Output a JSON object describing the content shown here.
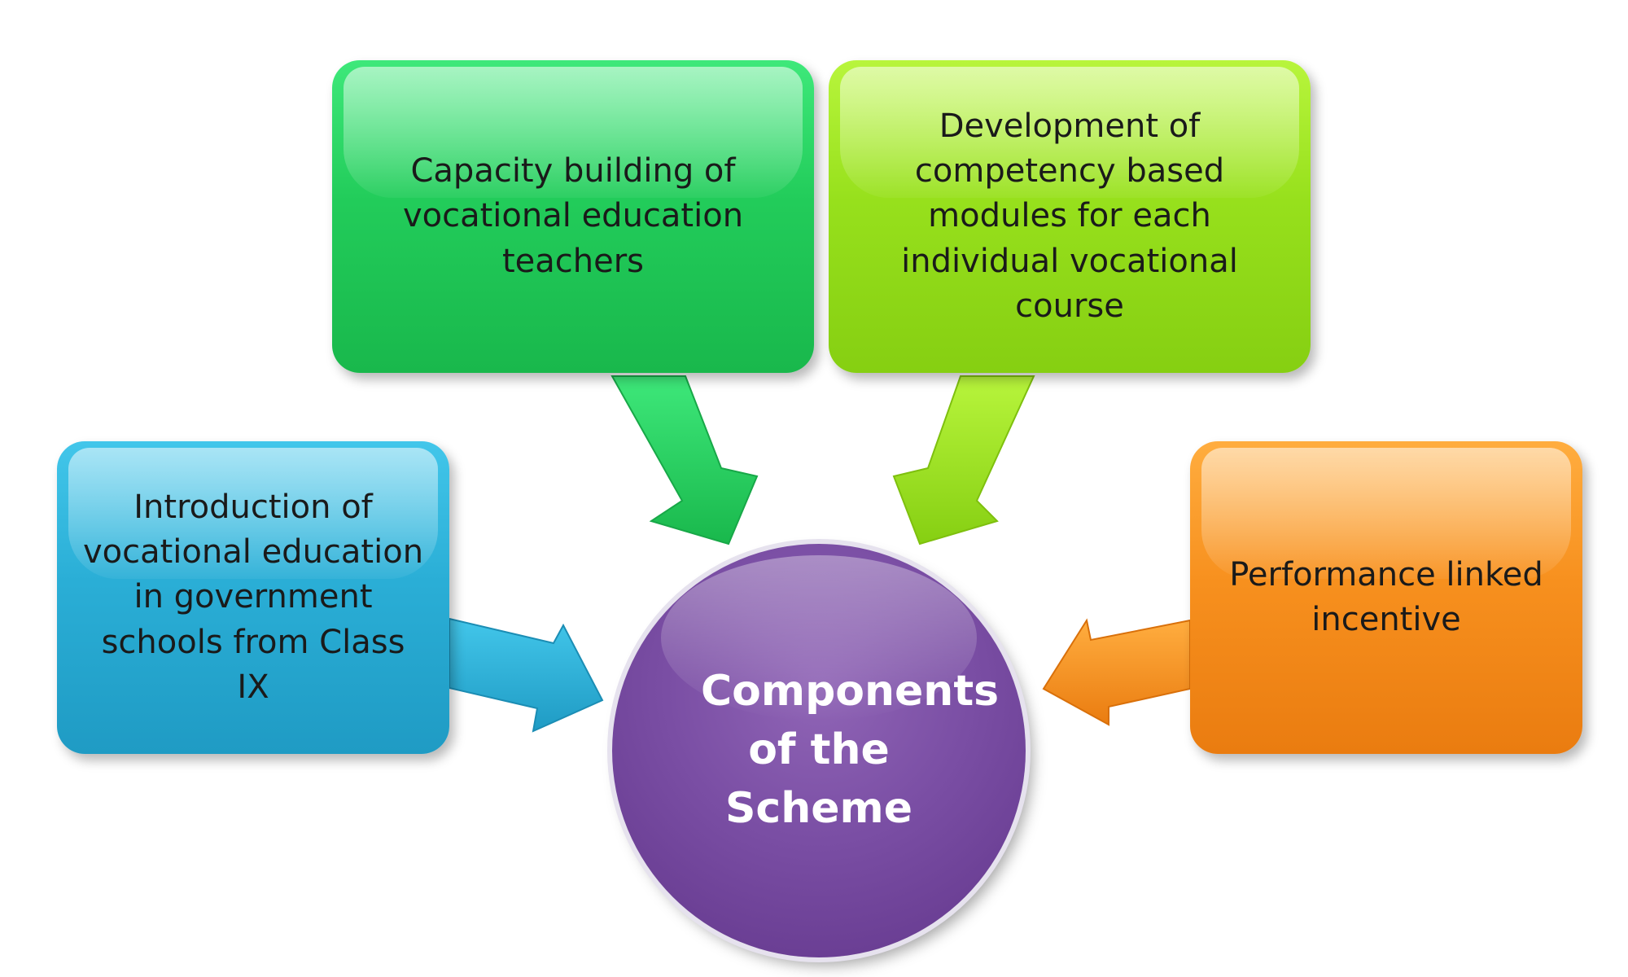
{
  "diagram": {
    "center": {
      "label": "Components of the Scheme",
      "color": "#7a4ea4"
    },
    "components": [
      {
        "id": "capacity",
        "label": "Capacity building of vocational education teachers",
        "color": "#22cc5a"
      },
      {
        "id": "development",
        "label": "Development of competency based modules for each individual vocational course",
        "color": "#97e01c"
      },
      {
        "id": "introduction",
        "label": "Introduction of vocational education in government schools from Class IX",
        "color": "#2aaed6"
      },
      {
        "id": "performance",
        "label": "Performance linked incentive",
        "color": "#f7901e"
      }
    ]
  }
}
